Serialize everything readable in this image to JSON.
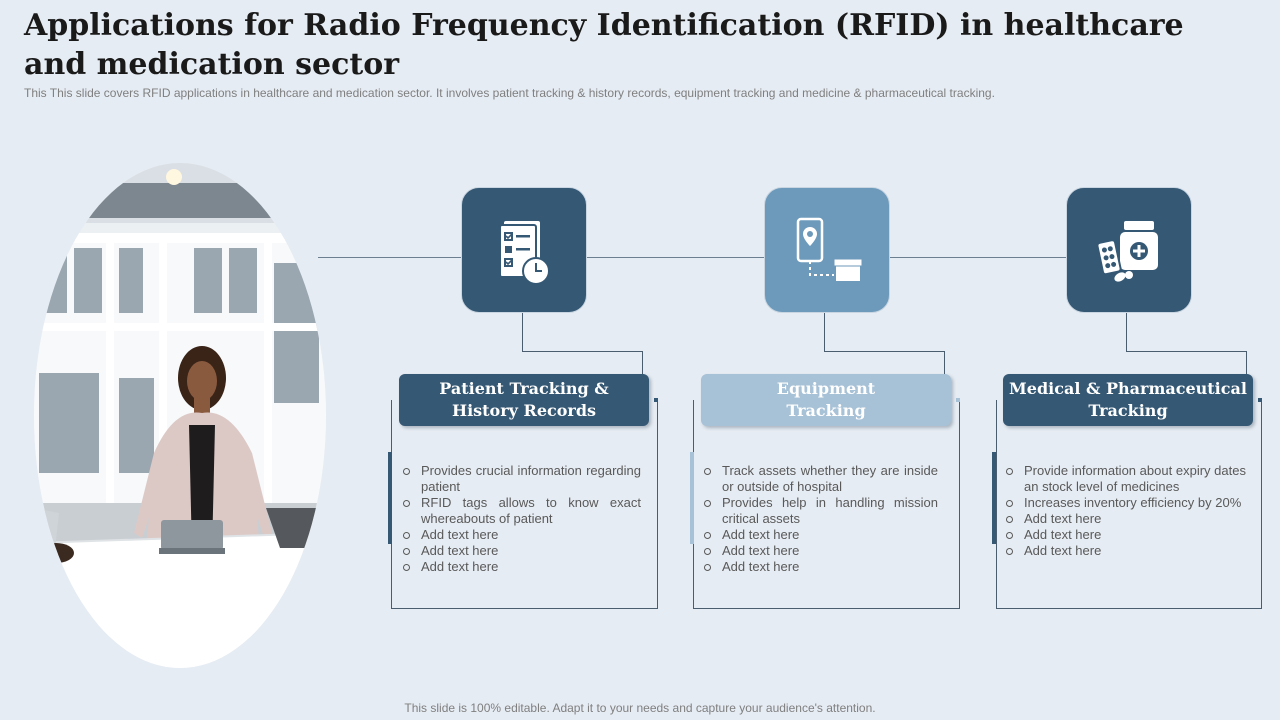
{
  "header": {
    "title": "Applications for Radio Frequency Identification (RFID) in healthcare and medication sector",
    "subtitle": "This This slide covers RFID applications in healthcare and medication sector. It involves patient tracking & history records, equipment tracking and medicine & pharmaceutical tracking."
  },
  "colors": {
    "dark": "#355874",
    "medium": "#6d9abb",
    "pale": "#a7c1d6",
    "background": "#e6ecf3"
  },
  "columns": [
    {
      "icon": "checklist-clock-icon",
      "title_lines": [
        "Patient Tracking &",
        "History Records"
      ],
      "points": [
        "Provides crucial information regarding patient",
        "RFID tags allows to know exact whereabouts of patient",
        "Add text here",
        "Add text here",
        "Add text here"
      ]
    },
    {
      "icon": "phone-location-box-icon",
      "title_lines": [
        "Equipment",
        "Tracking"
      ],
      "points": [
        "Track assets whether they are inside or outside of hospital",
        "Provides help in handling mission critical assets",
        "Add text here",
        "Add text here",
        "Add text here"
      ]
    },
    {
      "icon": "medicine-bottle-pills-icon",
      "title_lines": [
        "Medical & Pharmaceutical",
        "Tracking"
      ],
      "points": [
        "Provide information about expiry dates an stock level of medicines",
        "Increases inventory efficiency by 20%",
        "Add text here",
        "Add text here",
        "Add text here"
      ]
    }
  ],
  "footer": "This slide is 100% editable. Adapt it to your needs and capture your audience's attention."
}
